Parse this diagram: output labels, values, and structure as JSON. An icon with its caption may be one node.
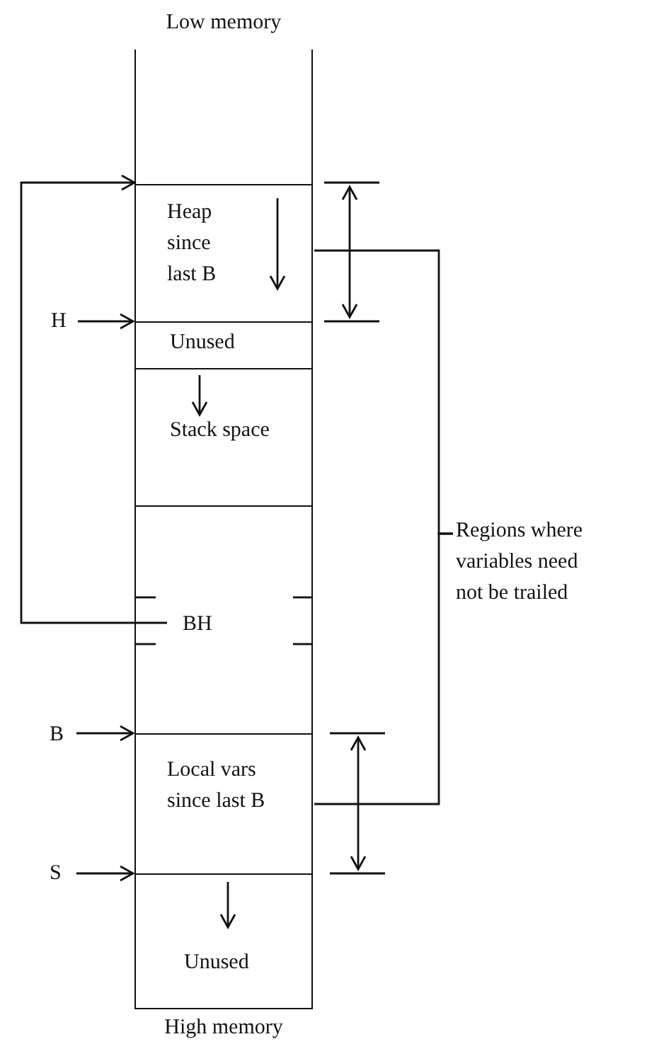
{
  "diagram": {
    "nodes": [
      {
        "text": [],
        "shape": "box"
      },
      {
        "text": [
          "Heap since last B"
        ]
      },
      {
        "text": [
          "Unused"
        ]
      },
      {
        "text": [
          "Stack space"
        ]
      },
      {
        "text": [
          "BH"
        ]
      },
      {
        "text": [
          "Local vars since last B"
        ]
      },
      {
        "text": [
          "Unused"
        ]
      },
      {
        "text": [
          "H"
        ]
      },
      {
        "text": [
          "B"
        ]
      },
      {
        "text": [
          "S"
        ]
      },
      {
        "text": [
          "Regions where variables need not be trailed"
        ]
      }
    ],
    "edges": [
      {
        "from": 4,
        "to": 1,
        "arrow": "to"
      },
      {
        "from": 7,
        "to": 2,
        "arrow": "to"
      },
      {
        "from": 8,
        "to": 5,
        "arrow": "to"
      },
      {
        "from": 9,
        "to": 6,
        "arrow": "to"
      },
      {
        "from": 10,
        "to": 1,
        "arrow": "none"
      },
      {
        "from": 10,
        "to": 5,
        "arrow": "none"
      }
    ],
    "labels": [
      "Low memory",
      "High memory"
    ]
  }
}
